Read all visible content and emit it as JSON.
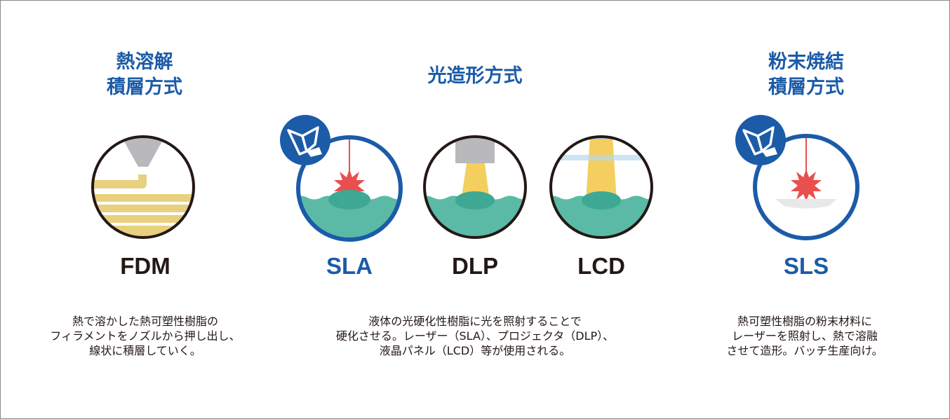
{
  "columns": [
    {
      "title": "熱溶解\n積層方式",
      "methods": [
        "FDM"
      ],
      "description": "熱で溶かした熱可塑性樹脂の\nフィラメントをノズルから押し出し、\n線状に積層していく。"
    },
    {
      "title": "光造形方式",
      "methods": [
        "SLA",
        "DLP",
        "LCD"
      ],
      "description": "液体の光硬化性樹脂に光を照射することで\n硬化させる。レーザー（SLA）、プロジェクタ（DLP）、\n液晶パネル（LCD）等が使用される。"
    },
    {
      "title": "粉末焼結\n積層方式",
      "methods": [
        "SLS"
      ],
      "description": "熱可塑性樹脂の粉末材料に\nレーザーを照射し、熱で溶融\nさせて造形。バッチ生産向け。"
    }
  ],
  "colors": {
    "accent": "#1b5ba8",
    "resin": "#5bbaa6",
    "filament": "#e8d07e",
    "light": "#f4cf5f",
    "laser": "#e94f4f"
  }
}
